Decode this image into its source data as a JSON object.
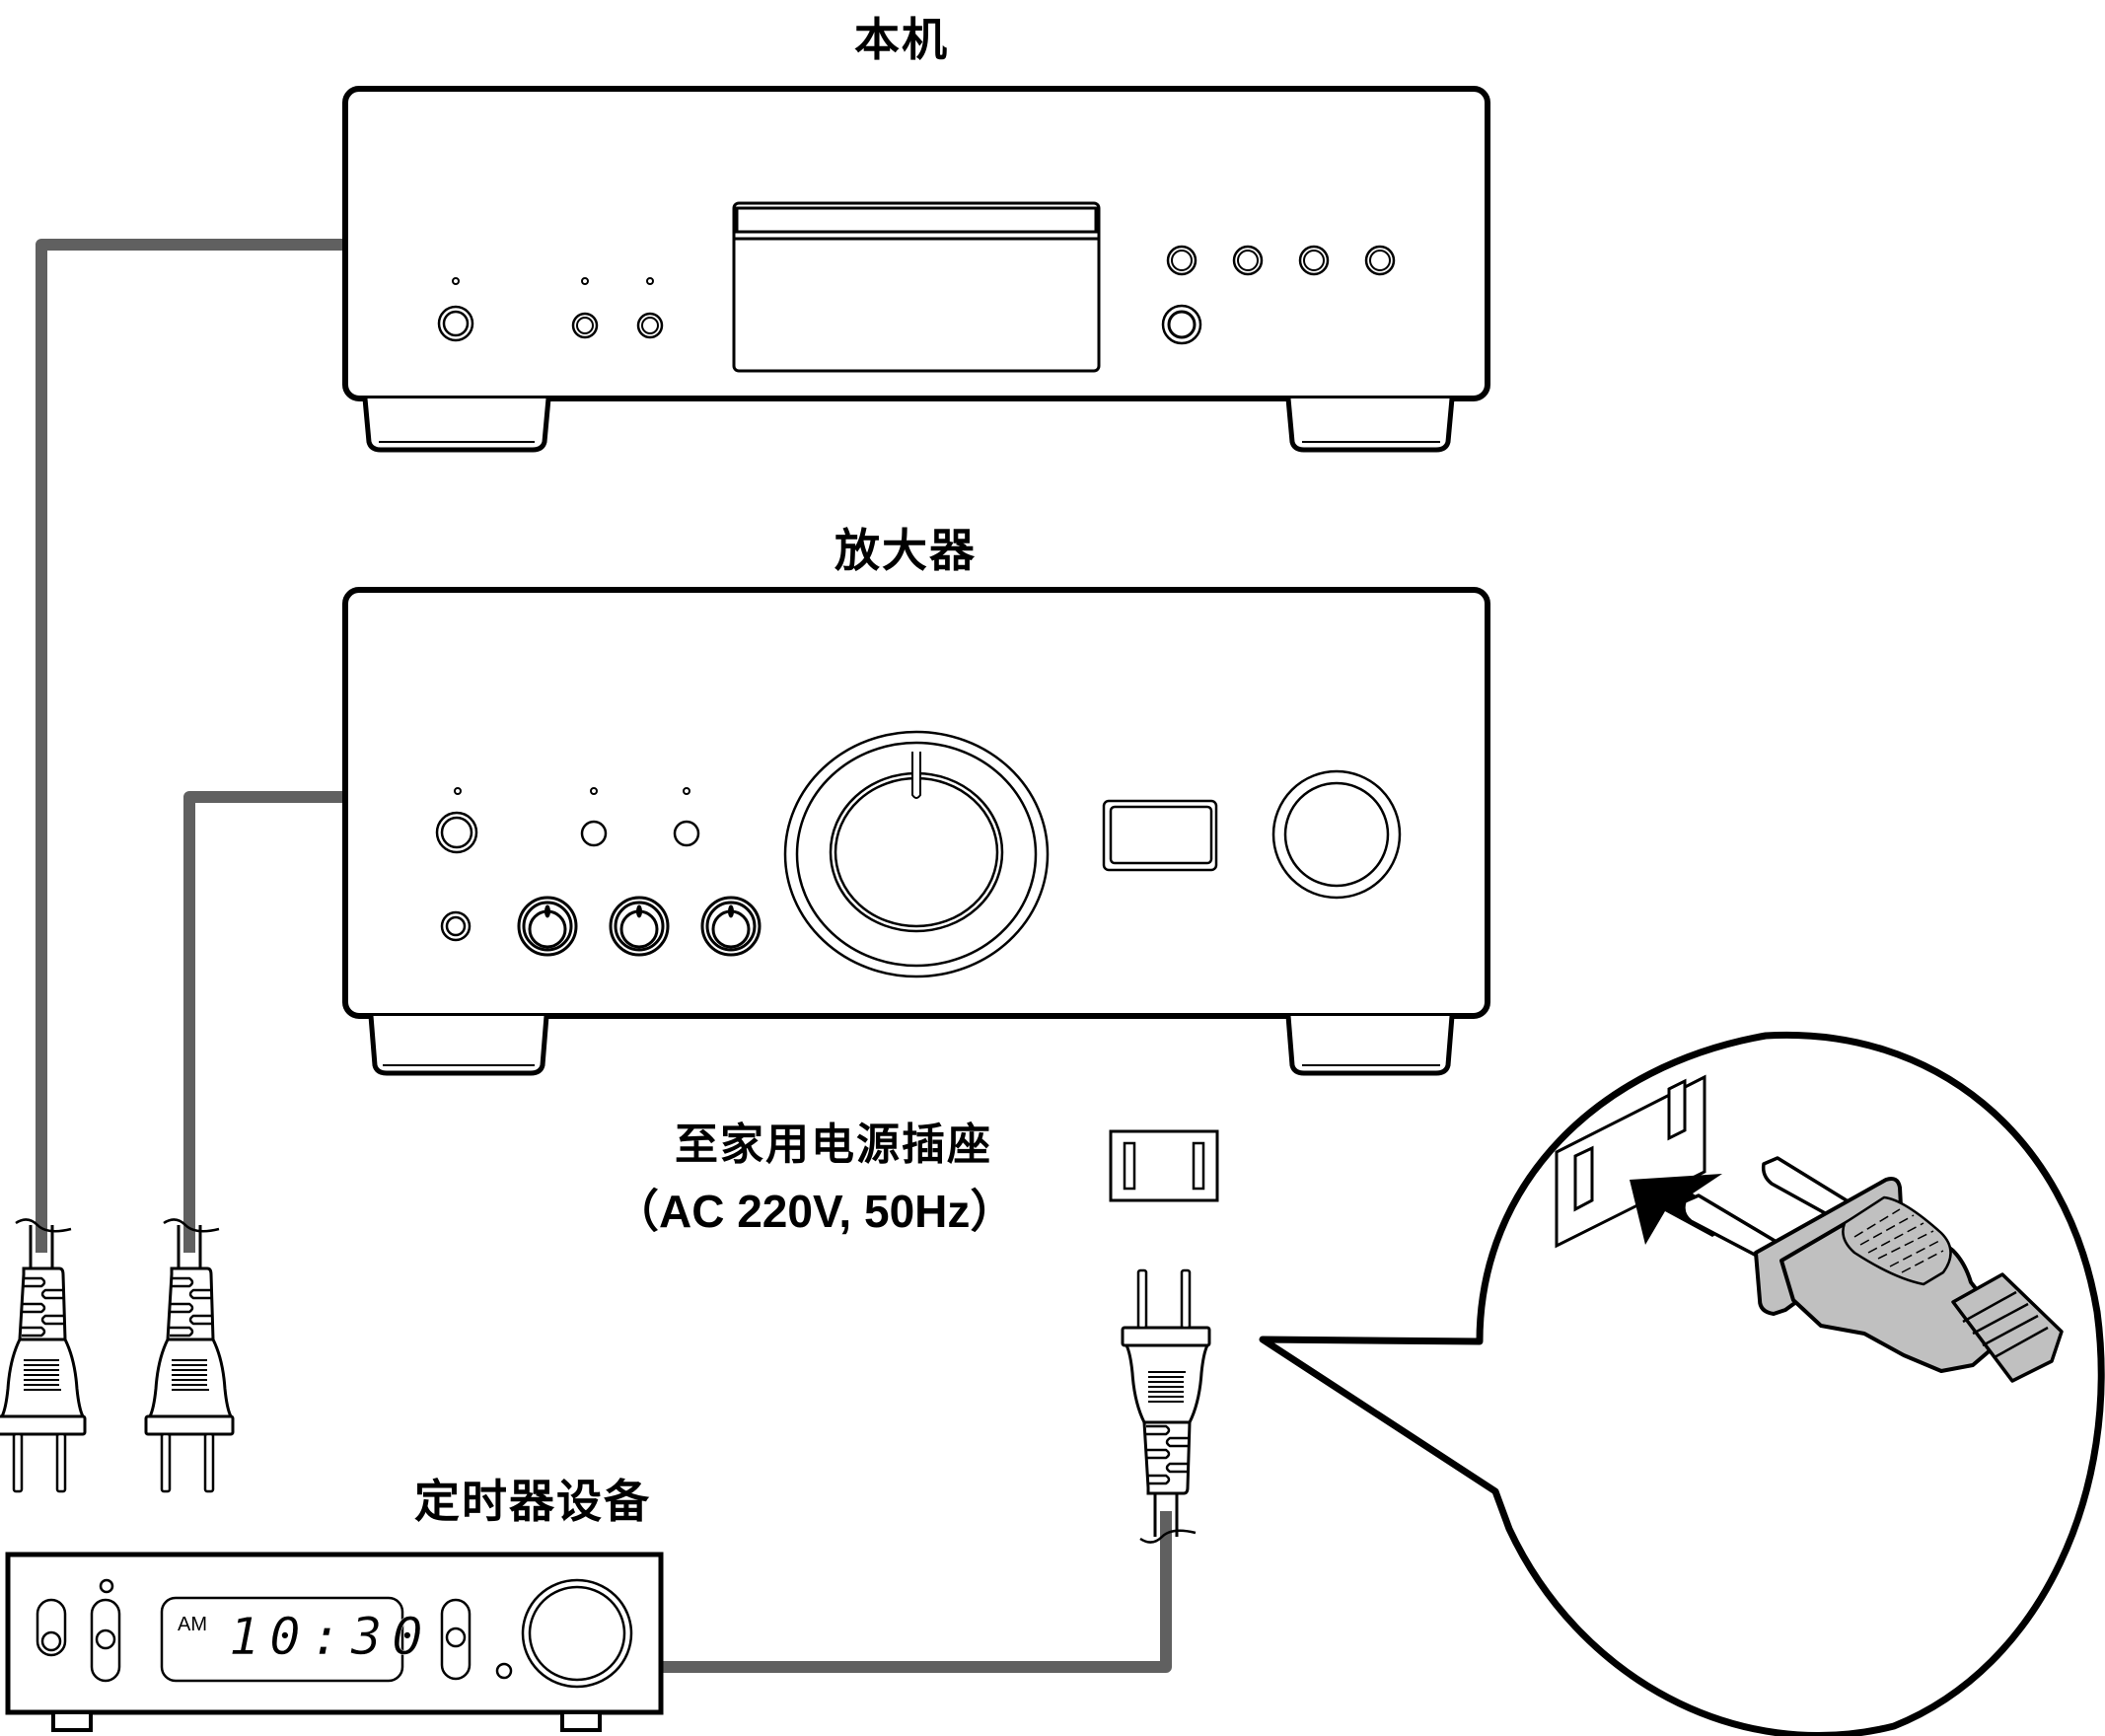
{
  "labels": {
    "player": "本机",
    "amplifier": "放大器",
    "outlet": "至家用电源插座",
    "outlet_spec": "（AC 220V, 50Hz）",
    "timer": "定时器设备"
  },
  "timer_display": {
    "meridiem": "AM",
    "time": "10:30"
  },
  "colors": {
    "cord": "#606060",
    "outline": "#000000",
    "plug_fill": "#c0c0c0",
    "background": "#ffffff"
  },
  "icons": {
    "arrow": "insert-arrow-icon",
    "plug": "power-plug-icon",
    "outlet": "wall-outlet-icon"
  }
}
